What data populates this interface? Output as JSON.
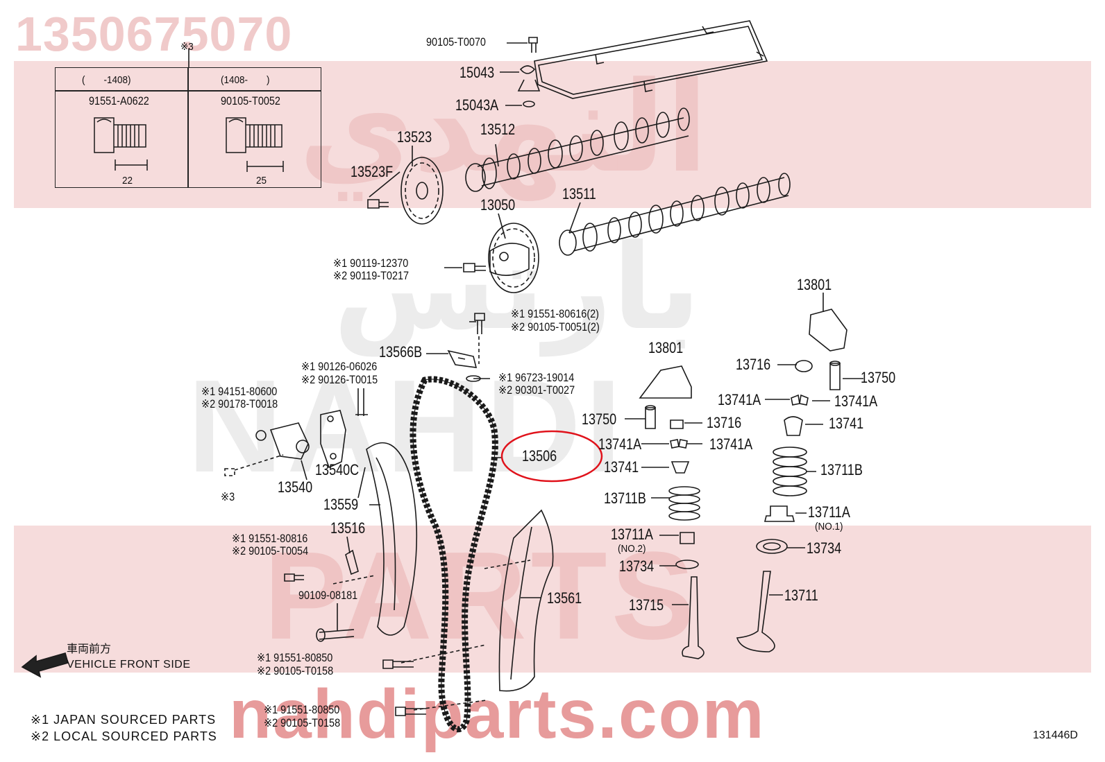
{
  "header": {
    "part_number": "1350675070"
  },
  "watermark": {
    "arabic_top": "النهدي",
    "arabic_mid": "بارتس",
    "latin_top": "NAHDI",
    "latin_bottom": "PARTS",
    "site": "nahdiparts.com"
  },
  "variant_table": {
    "note_mark": "※3",
    "col1_header": "(　　-1408)",
    "col2_header": "(1408-　　)",
    "col1_part": "91551-A0622",
    "col2_part": "90105-T0052",
    "col1_dim": "22",
    "col2_dim": "25"
  },
  "callouts": {
    "c90105_T0070": "90105-T0070",
    "c15043": "15043",
    "c15043A": "15043A",
    "c13523": "13523",
    "c13512": "13512",
    "c13523F": "13523F",
    "c13511": "13511",
    "c13050": "13050",
    "c90119_a": "※1 90119-12370",
    "c90119_b": "※2 90119-T0217",
    "c91551_80616": "※1 91551-80616(2)",
    "c90105_T0051": "※2 90105-T0051(2)",
    "c13566B": "13566B",
    "c96723": "※1 96723-19014",
    "c90301": "※2 90301-T0027",
    "c90126_a": "※1 90126-06026",
    "c90126_b": "※2 90126-T0015",
    "c94151": "※1 94151-80600",
    "c90178": "※2 90178-T0018",
    "c13506": "13506",
    "c13540C": "13540C",
    "c13540": "13540",
    "c_note3": "※3",
    "c13559": "13559",
    "c13516": "13516",
    "c91551_80816": "※1 91551-80816",
    "c90105_T0054": "※2 90105-T0054",
    "c90109": "90109-08181",
    "c13561": "13561",
    "c91551_80850_a": "※1 91551-80850",
    "c90105_T0158_a": "※2 90105-T0158",
    "c91551_80850_b": "※1 91551-80850",
    "c90105_T0158_b": "※2 90105-T0158",
    "c13801_right": "13801",
    "c13801_mid": "13801",
    "c13716_right": "13716",
    "c13750_right": "13750",
    "c13741A_r1": "13741A",
    "c13741A_r2": "13741A",
    "c13741_right": "13741",
    "c13750_mid": "13750",
    "c13716_mid": "13716",
    "c13741A_m1": "13741A",
    "c13741A_m2": "13741A",
    "c13741_mid": "13741",
    "c13711B_right": "13711B",
    "c13711B_mid": "13711B",
    "c13711A_right": "13711A",
    "c13711A_right_sub": "(NO.1)",
    "c13711A_mid": "13711A",
    "c13711A_mid_sub": "(NO.2)",
    "c13734_right": "13734",
    "c13734_mid": "13734",
    "c13715": "13715",
    "c13711": "13711"
  },
  "direction": {
    "jp": "車両前方",
    "en": "VEHICLE FRONT SIDE"
  },
  "legend": {
    "line1": "※1 JAPAN SOURCED PARTS",
    "line2": "※2 LOCAL SOURCED PARTS"
  },
  "figure_code": "131446D",
  "colors": {
    "highlight": "#e0121b",
    "watermark_band": "#f6dcdc",
    "ink": "#111111"
  }
}
